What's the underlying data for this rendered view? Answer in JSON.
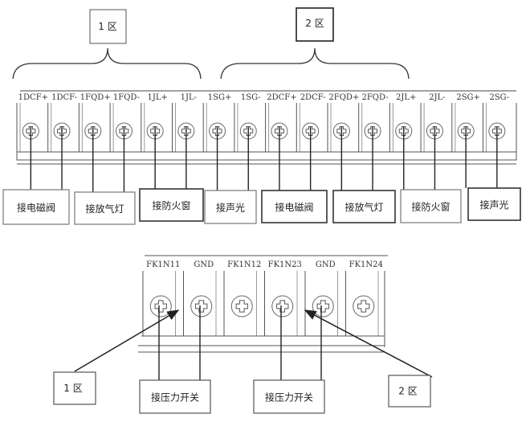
{
  "zone_boxes_top": [
    {
      "label": "1 区"
    },
    {
      "label": "2 区"
    }
  ],
  "top_terminals": [
    "1DCF+",
    "1DCF-",
    "1FQD+",
    "1FQD-",
    "1JL+",
    "1JL-",
    "1SG+",
    "1SG-",
    "2DCF+",
    "2DCF-",
    "2FQD+",
    "2FQD-",
    "2JL+",
    "2JL-",
    "2SG+",
    "2SG-"
  ],
  "top_connection_boxes": [
    "接电磁阀",
    "接放气灯",
    "接防火窗",
    "接声光",
    "接电磁阀",
    "接放气灯",
    "接防火窗",
    "接声光"
  ],
  "bottom_terminals": [
    "FK1N11",
    "GND",
    "FK1N12",
    "FK1N23",
    "GND",
    "FK1N24"
  ],
  "bottom_zone_boxes": [
    {
      "label": "1 区"
    },
    {
      "label": "2 区"
    }
  ],
  "bottom_connection_boxes": [
    "接压力开关",
    "接压力开关"
  ]
}
